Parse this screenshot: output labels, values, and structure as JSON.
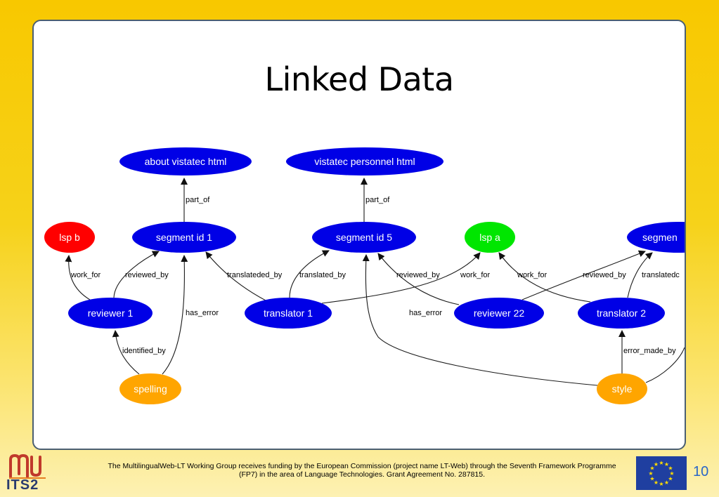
{
  "title": "Linked Data",
  "nodes": [
    {
      "id": "about_vistatec",
      "label": "about  vistatec  html",
      "color": "#0000e6"
    },
    {
      "id": "vistatec_personnel",
      "label": "vistatec  personnel  html",
      "color": "#0000e6"
    },
    {
      "id": "lsp_b",
      "label": "lsp  b",
      "color": "#ff0000"
    },
    {
      "id": "segment_1",
      "label": "segment  id  1",
      "color": "#0000e6"
    },
    {
      "id": "segment_5",
      "label": "segment  id  5",
      "color": "#0000e6"
    },
    {
      "id": "lsp_a",
      "label": "lsp  a",
      "color": "#00e600"
    },
    {
      "id": "segment_cut",
      "label": "segmen",
      "color": "#0000e6"
    },
    {
      "id": "reviewer_1",
      "label": "reviewer  1",
      "color": "#0000e6"
    },
    {
      "id": "translator_1",
      "label": "translator  1",
      "color": "#0000e6"
    },
    {
      "id": "reviewer_22",
      "label": "reviewer  22",
      "color": "#0000e6"
    },
    {
      "id": "translator_2",
      "label": "translator  2",
      "color": "#0000e6"
    },
    {
      "id": "spelling",
      "label": "spelling",
      "color": "#ffa500"
    },
    {
      "id": "style",
      "label": "style",
      "color": "#ffa500"
    }
  ],
  "edges": [
    {
      "from": "segment_1",
      "to": "about_vistatec",
      "label": "part_of"
    },
    {
      "from": "segment_5",
      "to": "vistatec_personnel",
      "label": "part_of"
    },
    {
      "from": "reviewer_1",
      "to": "lsp_b",
      "label": "work_for"
    },
    {
      "from": "reviewer_1",
      "to": "segment_1",
      "label": "reviewed_by"
    },
    {
      "from": "spelling",
      "to": "segment_1",
      "label": "has_error"
    },
    {
      "from": "translator_1",
      "to": "segment_1",
      "label": "translateded_by"
    },
    {
      "from": "translator_1",
      "to": "segment_5",
      "label": "translated_by"
    },
    {
      "from": "reviewer_22",
      "to": "segment_5",
      "label": "reviewed_by"
    },
    {
      "from": "translator_1",
      "to": "lsp_a",
      "label": "work_for"
    },
    {
      "from": "translator_2",
      "to": "lsp_a",
      "label": "work_for"
    },
    {
      "from": "reviewer_22",
      "to": "segment_cut",
      "label": "reviewed_by"
    },
    {
      "from": "translator_2",
      "to": "segment_cut",
      "label": "translatedc"
    },
    {
      "from": "style",
      "to": "segment_5",
      "label": "has_error"
    },
    {
      "from": "spelling",
      "to": "reviewer_1",
      "label": "identified_by"
    },
    {
      "from": "style",
      "to": "translator_2",
      "label": "error_made_by"
    },
    {
      "from": "style",
      "to": "offscreen",
      "label": ""
    }
  ],
  "footer": {
    "funding_text": "The MultilingualWeb-LT Working Group receives funding by the European Commission (project name LT-Web) through the Seventh Framework Programme (FP7) in the area of Language Technologies. Grant Agreement No. 287815.",
    "logo_text": "ITS2",
    "page_number": "10"
  }
}
